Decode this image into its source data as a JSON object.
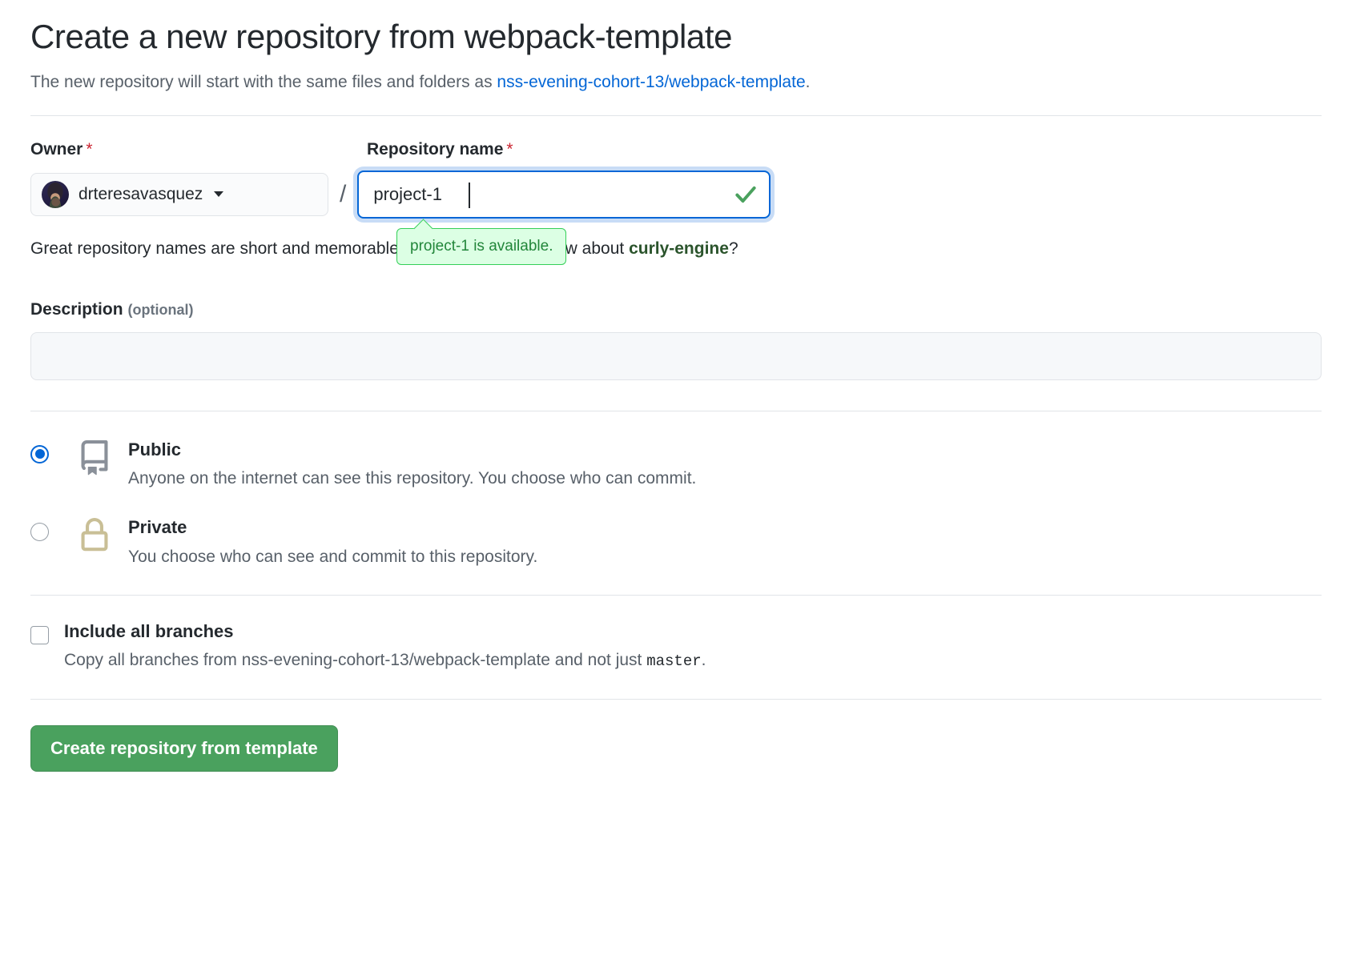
{
  "header": {
    "title": "Create a new repository from webpack-template",
    "subtitle_prefix": "The new repository will start with the same files and folders as ",
    "template_link": "nss-evening-cohort-13/webpack-template",
    "subtitle_suffix": "."
  },
  "owner": {
    "label": "Owner",
    "required_mark": "*",
    "name": "drteresavasquez",
    "avatar_alt": "drteresavasquez avatar",
    "separator": "/"
  },
  "repository_name": {
    "label": "Repository name",
    "required_mark": "*",
    "value": "project-1",
    "placeholder": "",
    "validation_icon": "check-icon",
    "validation_color": "#4aa15e"
  },
  "availability_tooltip": {
    "text": "project-1 is available.",
    "background": "#dcffe4",
    "border": "#34d058",
    "text_color": "#22863a"
  },
  "helper": {
    "text_before": "Great repository names are short and memorable. Need inspiration? How about ",
    "suggestion": "curly-engine",
    "text_after": "?",
    "suggestion_color": "#2b542c"
  },
  "description": {
    "label": "Description",
    "optional_note": "(optional)",
    "value": "",
    "placeholder": ""
  },
  "visibility": {
    "options": [
      {
        "id": "public",
        "title": "Public",
        "description": "Anyone on the internet can see this repository. You choose who can commit.",
        "icon": "repo-book-icon",
        "icon_color": "#8a9099",
        "selected": true
      },
      {
        "id": "private",
        "title": "Private",
        "description": "You choose who can see and commit to this repository.",
        "icon": "lock-icon",
        "icon_color": "#c9bf96",
        "selected": false
      }
    ]
  },
  "include_branches": {
    "title": "Include all branches",
    "description_before": "Copy all branches from nss-evening-cohort-13/webpack-template and not just ",
    "default_branch": "master",
    "description_after": ".",
    "checked": false
  },
  "submit": {
    "label": "Create repository from template",
    "color": "#4aa15e"
  }
}
